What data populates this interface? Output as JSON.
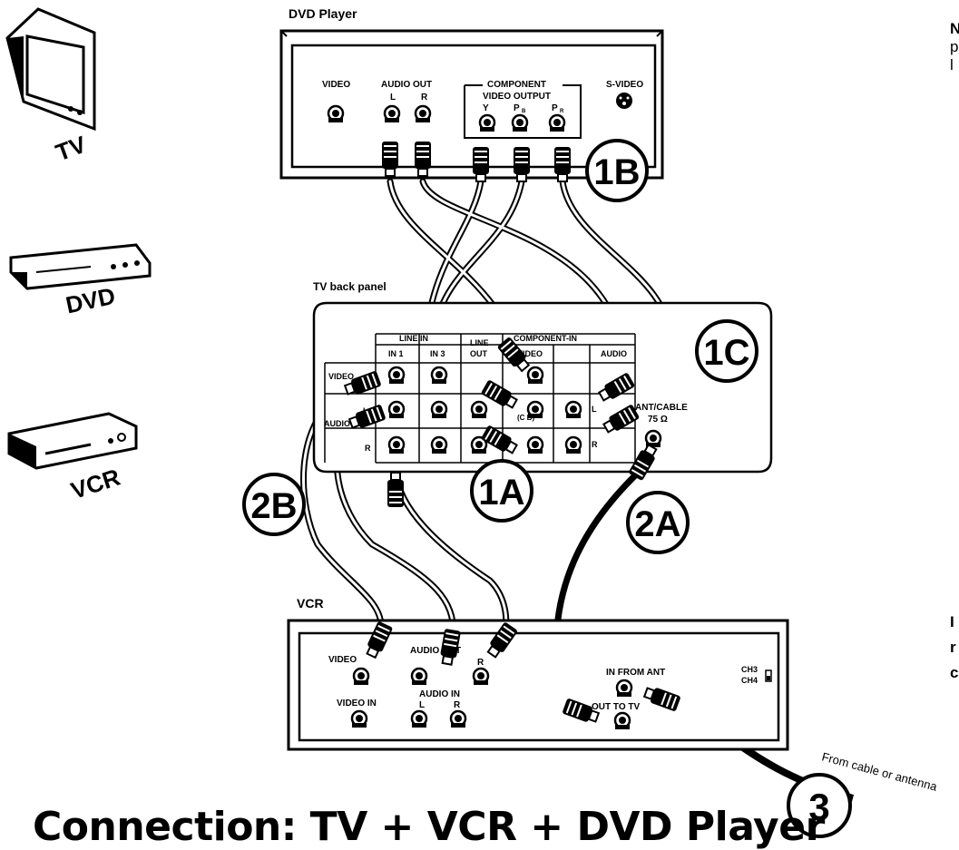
{
  "title": "Connection: TV + VCR + DVD Player",
  "devices": {
    "tv_label": "TV",
    "dvd_label": "DVD",
    "vcr_label": "VCR"
  },
  "dvd_player": {
    "label": "DVD Player",
    "video": "VIDEO",
    "audio_out": "AUDIO OUT",
    "l": "L",
    "r": "R",
    "component": "COMPONENT",
    "video_output": "VIDEO OUTPUT",
    "y": "Y",
    "pb": "P",
    "pb_sub": "B",
    "pr": "P",
    "pr_sub": "R",
    "s_video": "S-VIDEO"
  },
  "tv_panel": {
    "label": "TV back panel",
    "line_in": "LINE IN",
    "in1": "IN 1",
    "in3": "IN 3",
    "line_out_1": "LINE",
    "line_out_2": "OUT",
    "component_in": "COMPONENT-IN",
    "video_col": "VIDEO",
    "audio_col": "AUDIO",
    "row_video": "VIDEO",
    "row_audio": "AUDIO",
    "l": "L",
    "r": "R",
    "cb": "(C B)",
    "ant_cable": "ANT/CABLE",
    "ohm": "75 Ω"
  },
  "vcr": {
    "label": "VCR",
    "video": "VIDEO",
    "audio_out": "AUDIO OUT",
    "r": "R",
    "in_from_ant": "IN FROM ANT",
    "ch3": "CH3",
    "ch4": "CH4",
    "video_in": "VIDEO IN",
    "audio_in": "AUDIO IN",
    "l": "L",
    "r2": "R",
    "out_to_tv": "OUT TO TV",
    "from_cable": "From cable or antenna"
  },
  "steps": {
    "s1a": "1A",
    "s1b": "1B",
    "s1c": "1C",
    "s2a": "2A",
    "s2b": "2B",
    "s3": "3"
  },
  "side_text": {
    "top_line1": "N",
    "top_line2": "p",
    "top_line3": "l",
    "bottom_line1": "I",
    "bottom_line2": "r",
    "bottom_line3": "c"
  }
}
